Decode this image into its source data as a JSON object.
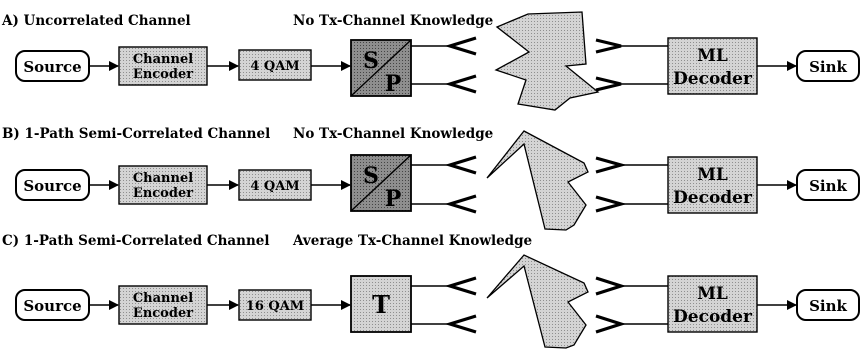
{
  "rows": [
    {
      "heading": "A) Uncorrelated Channel",
      "knowledge": "No Tx-Channel Knowledge",
      "source": "Source",
      "encoder_line1": "Channel",
      "encoder_line2": "Encoder",
      "modulator": "4 QAM",
      "splitter_top": "S",
      "splitter_bottom": "P",
      "decoder_line1": "ML",
      "decoder_line2": "Decoder",
      "sink": "Sink"
    },
    {
      "heading": "B) 1-Path Semi-Correlated Channel",
      "knowledge": "No Tx-Channel Knowledge",
      "source": "Source",
      "encoder_line1": "Channel",
      "encoder_line2": "Encoder",
      "modulator": "4 QAM",
      "splitter_top": "S",
      "splitter_bottom": "P",
      "decoder_line1": "ML",
      "decoder_line2": "Decoder",
      "sink": "Sink"
    },
    {
      "heading": "C) 1-Path Semi-Correlated Channel",
      "knowledge": "Average Tx-Channel Knowledge",
      "source": "Source",
      "encoder_line1": "Channel",
      "encoder_line2": "Encoder",
      "modulator": "16 QAM",
      "transform": "T",
      "decoder_line1": "ML",
      "decoder_line2": "Decoder",
      "sink": "Sink"
    }
  ],
  "colors": {
    "stroke": "#000000",
    "box_fill": "#c8c8c8",
    "splitter_fill": "#8a8a8a",
    "channel_fill": "#cfcfcf"
  }
}
